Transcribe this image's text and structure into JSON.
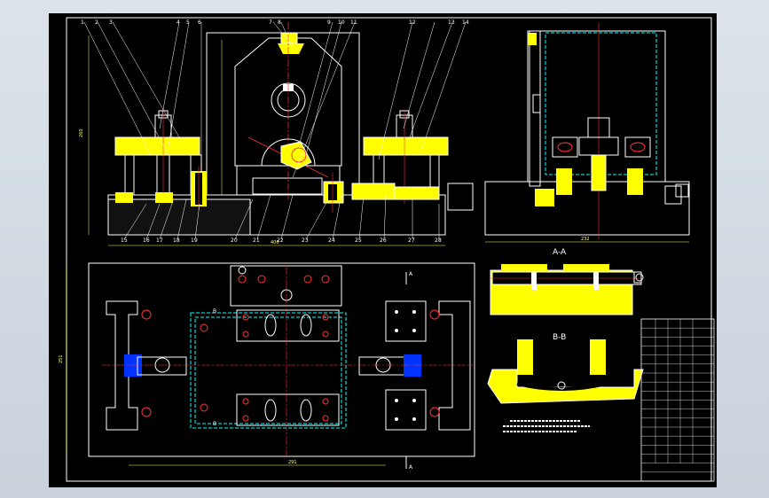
{
  "colors": {
    "background": "#000000",
    "frame": "#ffffff",
    "part_fill": "#ffff00",
    "outline": "#ffffff",
    "center_line": "#ff3333",
    "hidden_line": "#00ffff",
    "bolt": "#ff3333",
    "clamp": "#0033ff"
  },
  "views": {
    "section_aa_label": "A-A",
    "section_bb_label": "B-B",
    "cut_mark_a": "A",
    "cut_mark_b": "B"
  },
  "balloons": [
    "1",
    "2",
    "3",
    "4",
    "5",
    "6",
    "7",
    "8",
    "9",
    "10",
    "11",
    "12",
    "13",
    "14",
    "15",
    "16",
    "17",
    "18",
    "19",
    "20",
    "21",
    "22",
    "23",
    "24",
    "25",
    "26",
    "27",
    "28"
  ],
  "dimensions": {
    "front_width": "400",
    "front_height": "260",
    "plan_width": "291",
    "side_width": "232",
    "plan_height": "251"
  },
  "title_block": {
    "rows": 18
  }
}
